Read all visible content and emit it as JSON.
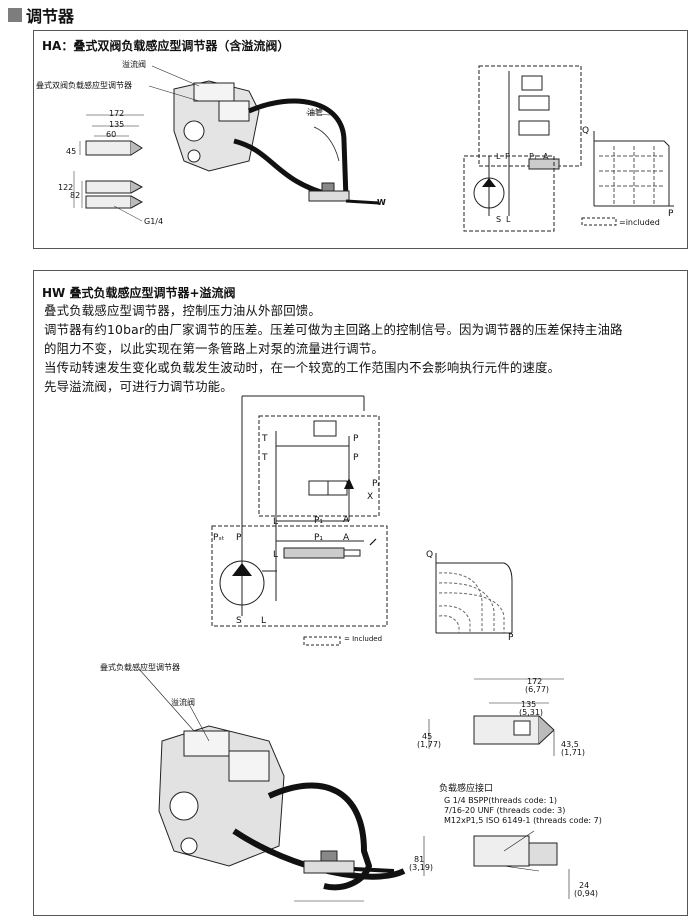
{
  "header": {
    "title": "调节器"
  },
  "ha": {
    "title": "HA：叠式双阀负载感应型调节器（含溢流阀）",
    "lbl_relief": "溢流阀",
    "lbl_regulator": "叠式双阀负载感应型调节器",
    "lbl_oilpipe": "油管",
    "lbl_w": "W",
    "lbl_g14": "G1/4",
    "dims": [
      "172",
      "135",
      "60",
      "45",
      "122",
      "82"
    ],
    "included": "=included",
    "axis_q": "Q",
    "axis_p": "P",
    "sch_labels": [
      "L",
      "P",
      "P₁",
      "A",
      "S",
      "L"
    ]
  },
  "hw": {
    "title": "HW 叠式负载感应型调节器+溢流阀",
    "lines": [
      "叠式负载感应型调节器，控制压力油从外部回馈。",
      "调节器有约10bar的由厂家调节的压差。压差可做为主回路上的控制信号。因为调节器的压差保持主油路",
      "的阻力不变，以此实现在第一条管路上对泵的流量进行调节。",
      "当传动转速发生变化或负载发生波动时，在一个较宽的工作范围内不会影响执行元件的速度。",
      "先导溢流阀，可进行力调节功能。"
    ],
    "sch_labels": [
      "T",
      "P",
      "T",
      "P",
      "Pᵣ",
      "X",
      "L",
      "P₁",
      "A",
      "P₁",
      "A",
      "Pₛₜ",
      "P",
      "L",
      "S",
      "L"
    ],
    "included": "= Included",
    "axis_q": "Q",
    "axis_p": "P",
    "lbl_regulator": "叠式负载感应型调节器",
    "lbl_relief": "溢流阀",
    "dims": [
      "172",
      "(6,77)",
      "135",
      "(5,31)",
      "45",
      "(1,77)",
      "43,5",
      "(1,71)",
      "81",
      "(3,19)",
      "24",
      "(0,94)"
    ],
    "port_title": "负载感应接口",
    "ports": [
      "G 1/4 BSPP(threads code: 1)",
      "7/16-20 UNF  (threads code: 3)",
      "M12xP1,5  ISO 6149-1 (threads code: 7)"
    ]
  }
}
